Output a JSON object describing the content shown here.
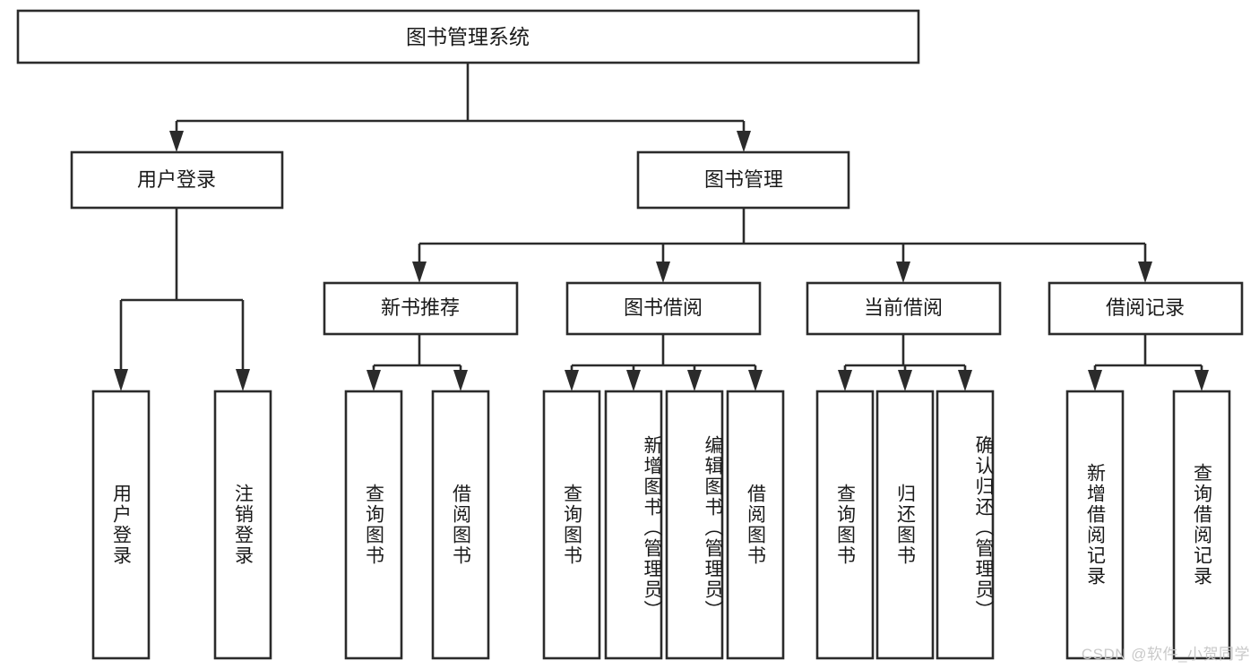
{
  "diagram": {
    "type": "tree-hierarchy",
    "title": "图书管理系统",
    "root": {
      "label": "图书管理系统",
      "level": 0
    },
    "level1": [
      {
        "id": "user-login",
        "label": "用户登录"
      },
      {
        "id": "book-management",
        "label": "图书管理"
      }
    ],
    "level2": [
      {
        "id": "new-book-recommend",
        "label": "新书推荐",
        "parent": "book-management"
      },
      {
        "id": "book-borrow",
        "label": "图书借阅",
        "parent": "book-management"
      },
      {
        "id": "current-borrow",
        "label": "当前借阅",
        "parent": "book-management"
      },
      {
        "id": "borrow-record",
        "label": "借阅记录",
        "parent": "book-management"
      }
    ],
    "leaves": [
      {
        "id": "leaf-user-login",
        "label": "用户登录",
        "parent": "user-login"
      },
      {
        "id": "leaf-logout-login",
        "label": "注销登录",
        "parent": "user-login"
      },
      {
        "id": "leaf-query-book-1",
        "label": "查询图书",
        "parent": "new-book-recommend"
      },
      {
        "id": "leaf-borrow-book-1",
        "label": "借阅图书",
        "parent": "new-book-recommend"
      },
      {
        "id": "leaf-query-book-2",
        "label": "查询图书",
        "parent": "book-borrow"
      },
      {
        "id": "leaf-add-book",
        "label": "新增图书（管理员）",
        "parent": "book-borrow"
      },
      {
        "id": "leaf-edit-book",
        "label": "编辑图书（管理员）",
        "parent": "book-borrow"
      },
      {
        "id": "leaf-borrow-book-2",
        "label": "借阅图书",
        "parent": "book-borrow"
      },
      {
        "id": "leaf-query-book-3",
        "label": "查询图书",
        "parent": "current-borrow"
      },
      {
        "id": "leaf-return-book",
        "label": "归还图书",
        "parent": "current-borrow"
      },
      {
        "id": "leaf-confirm-return",
        "label": "确认归还（管理员）",
        "parent": "current-borrow"
      },
      {
        "id": "leaf-add-record",
        "label": "新增借阅记录",
        "parent": "borrow-record"
      },
      {
        "id": "leaf-query-record",
        "label": "查询借阅记录",
        "parent": "borrow-record"
      }
    ]
  },
  "watermark": {
    "text": "CSDN @软件_小贺同学"
  },
  "colors": {
    "stroke": "#2b2b2b",
    "fill": "#ffffff",
    "text": "#1a1a1a",
    "watermark": "#c9c9c9"
  }
}
